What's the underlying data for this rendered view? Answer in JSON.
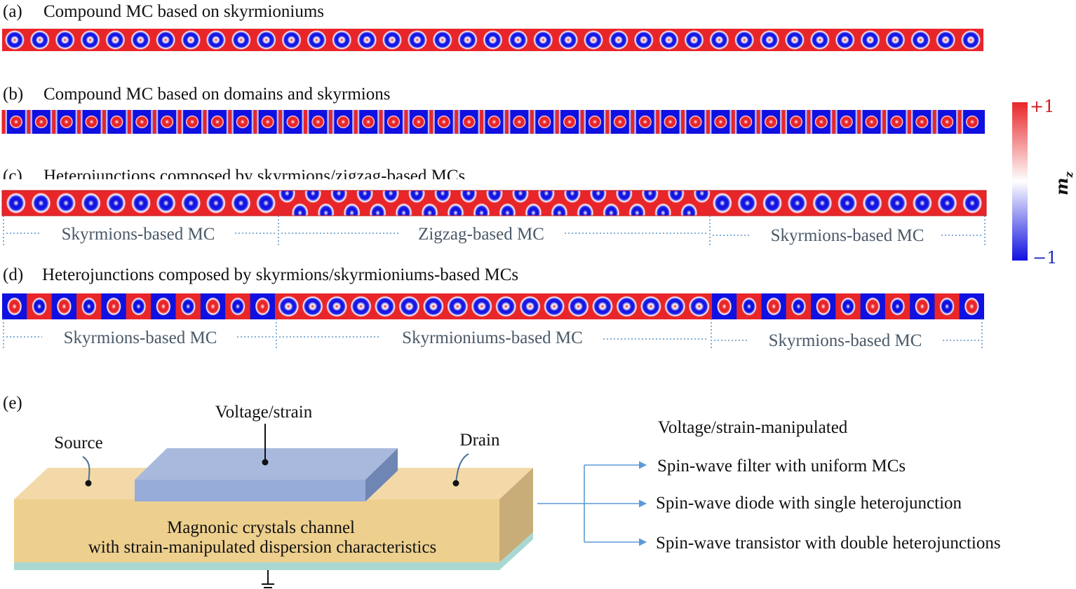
{
  "colors": {
    "red": "#e8262a",
    "blue": "#1010e0",
    "white": "#ffffff",
    "guide": "#5a93c8",
    "plus_label": "#d41a1a",
    "minus_label": "#1a2fb8",
    "substrate_top": "#f3d9a8",
    "substrate_front": "#eed08e",
    "substrate_side": "#c8ad78",
    "gate_top": "#a8b9dd",
    "gate_front": "#97acd8",
    "gate_side": "#6f86b4",
    "base_layer": "#a9d8d2",
    "arrow": "#5b9bd5"
  },
  "panels": {
    "a": {
      "tag": "(a)",
      "title": "Compound MC based on skyrmioniums"
    },
    "b": {
      "tag": "(b)",
      "title": "Compound MC based on domains and skyrmions"
    },
    "c": {
      "tag": "(c)",
      "title": "Heterojunctions composed by skyrmions/zigzag-based MCs",
      "segments": [
        "Skyrmions-based MC",
        "Zigzag-based MC",
        "Skyrmions-based MC"
      ]
    },
    "d": {
      "tag": "(d)",
      "title": "Heterojunctions composed by skyrmions/skyrmioniums-based MCs",
      "segments": [
        "Skyrmions-based MC",
        "Skyrmioniums-based MC",
        "Skyrmions-based MC"
      ]
    },
    "e": {
      "tag": "(e)",
      "gate_label": "Voltage/strain",
      "source_label": "Source",
      "drain_label": "Drain",
      "channel_line1": "Magnonic crystals channel",
      "channel_line2": "with strain-manipulated dispersion characteristics",
      "app_header": "Voltage/strain-manipulated",
      "applications": [
        "Spin-wave filter with uniform MCs",
        "Spin-wave diode with single heterojunction",
        "Spin-wave transistor with double heterojunctions"
      ]
    }
  },
  "colorbar": {
    "max_label": "+1",
    "min_label": "−1",
    "quantity": "m",
    "subscript": "z"
  }
}
